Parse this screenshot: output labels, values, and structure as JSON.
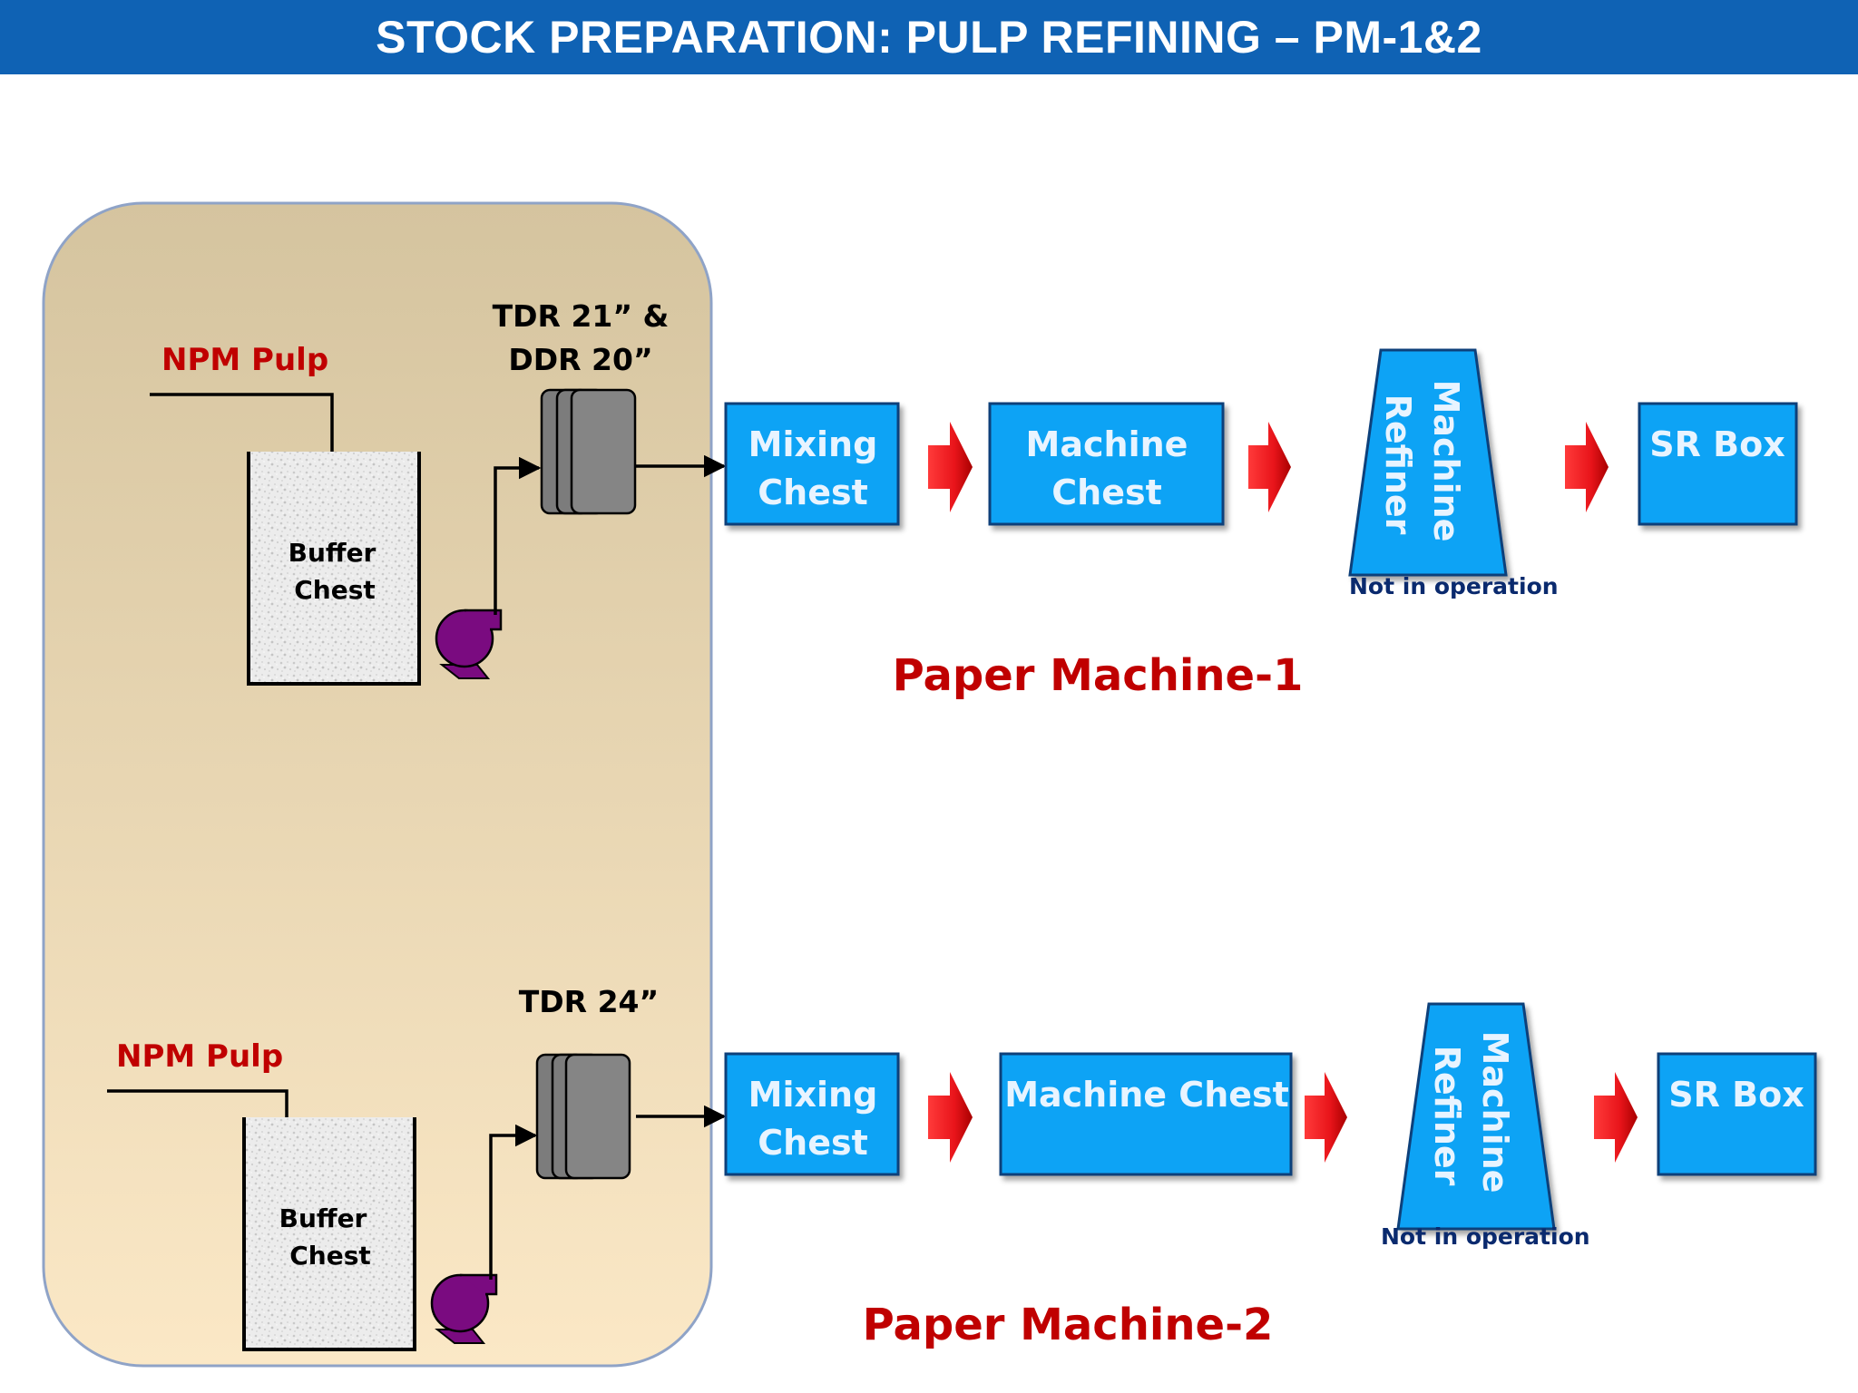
{
  "title": "STOCK PREPARATION: PULP REFINING – PM-1&2",
  "colors": {
    "title_bar": "#0f62b4",
    "process_box": "#0aa3f5",
    "arrow": "#e8141a",
    "pump": "#7a0b80",
    "refiner_unit": "#808080",
    "panel_top": "#d5c49f",
    "panel_bottom": "#fbe8c6",
    "label_red": "#c00000",
    "note_blue": "#0a2a6e"
  },
  "pm1": {
    "input_label": "NPM Pulp",
    "buffer_line1": "Buffer",
    "buffer_line2": "Chest",
    "refiner_line1": "TDR 21” &",
    "refiner_line2": "DDR 20”",
    "mixing_line1": "Mixing",
    "mixing_line2": "Chest",
    "machine_chest_line1": "Machine",
    "machine_chest_line2": "Chest",
    "machine_refiner_line1": "Machine",
    "machine_refiner_line2": "Refiner",
    "not_in_operation": "Not in operation",
    "sr_box": "SR Box",
    "machine_label": "Paper Machine-1"
  },
  "pm2": {
    "input_label": "NPM Pulp",
    "buffer_line1": "Buffer",
    "buffer_line2": "Chest",
    "refiner_line1": "TDR 24”",
    "mixing_line1": "Mixing",
    "mixing_line2": "Chest",
    "machine_chest": "Machine Chest",
    "machine_refiner_line1": "Machine",
    "machine_refiner_line2": "Refiner",
    "not_in_operation": "Not in operation",
    "sr_box": "SR Box",
    "machine_label": "Paper Machine-2"
  }
}
